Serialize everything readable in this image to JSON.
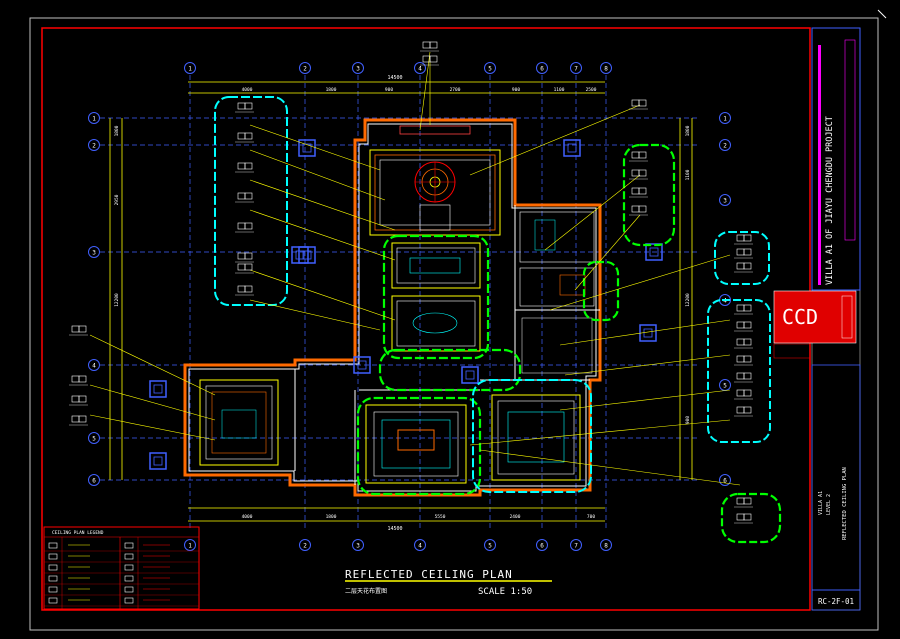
{
  "plan": {
    "title": "REFLECTED CEILING PLAN",
    "subtitle": "二层天花布置图",
    "scale": "SCALE 1:50"
  },
  "titleblock": {
    "project": "VILLA A1 OF JIAYU CHENGDU PROJECT",
    "logo": "CCD",
    "sheet_title": "REFLECTED CEILING PLAN",
    "sheet_no": "RC-2F-01",
    "area1": "VILLA A1",
    "area2": "LEVEL 2"
  },
  "dimensions": {
    "top_total": "14500",
    "top": [
      "4000",
      "1800",
      "900",
      "2700",
      "900",
      "1100",
      "2500"
    ],
    "bottom_total": "14500",
    "bottom": [
      "4000",
      "1800",
      "5550",
      "2400",
      "700"
    ],
    "left": [
      "1800",
      "2950",
      "12200"
    ],
    "right": [
      "1800",
      "1100",
      "12200",
      "900"
    ]
  },
  "grid": {
    "cols": [
      "1",
      "2",
      "3",
      "4",
      "5",
      "6",
      "7",
      "8"
    ],
    "rows_left": [
      "1",
      "2",
      "3",
      "4",
      "5",
      "6"
    ],
    "rows_right": [
      "1",
      "2",
      "3",
      "4",
      "5",
      "6"
    ]
  },
  "legend": {
    "header": "CEILING PLAN LEGEND"
  },
  "colors": {
    "frame": "#ff0000",
    "wall": "#ffffff",
    "accent_yellow": "#ffff00",
    "cloud_green": "#00ff00",
    "cloud_cyan": "#00ffff",
    "grid_blue": "#4040ff",
    "magenta": "#ff00ff",
    "logo_bg": "#e00000"
  }
}
